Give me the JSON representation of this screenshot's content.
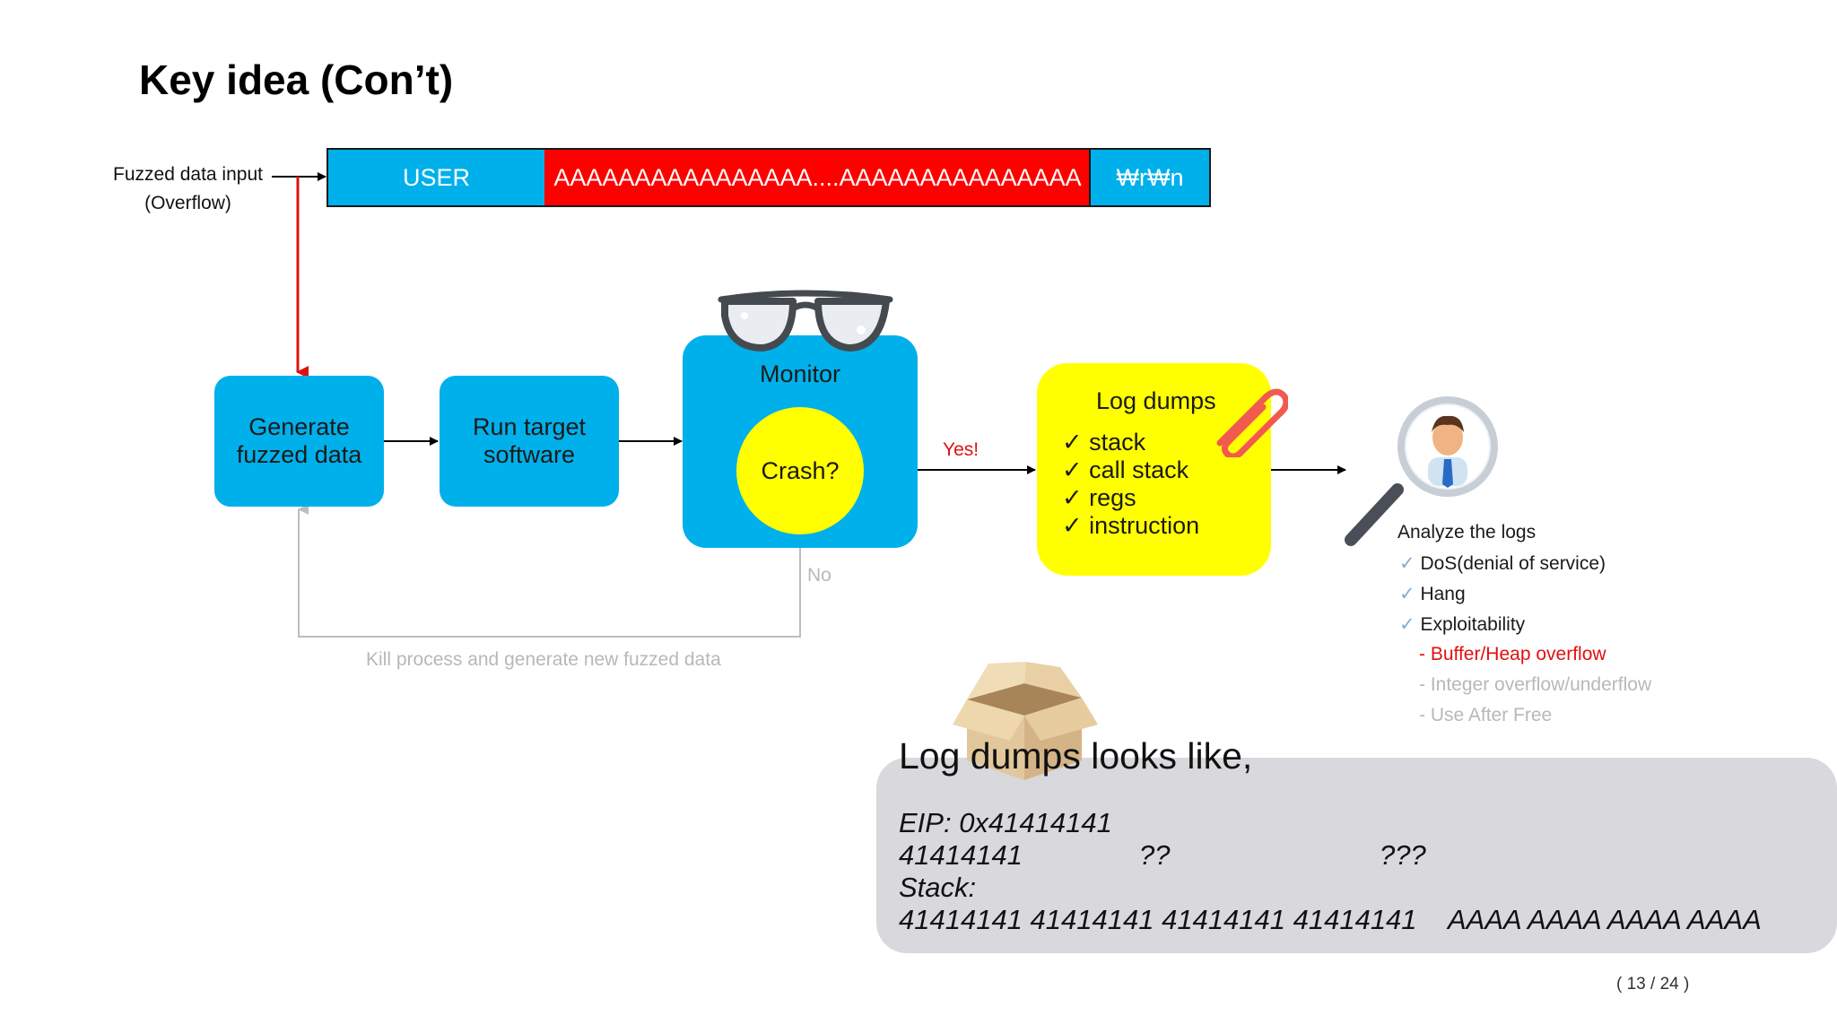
{
  "slide": {
    "title": "Key idea (Con’t)",
    "page_number": "( 13 / 24 )"
  },
  "input": {
    "label_line1": "Fuzzed data input",
    "label_line2": "(Overflow)"
  },
  "packet": {
    "seg1": "USER",
    "seg2": "AAAAAAAAAAAAAAAA....AAAAAAAAAAAAAAA",
    "seg3": "₩r₩n"
  },
  "flow": {
    "generate_line1": "Generate",
    "generate_line2": "fuzzed data",
    "run_line1": "Run target",
    "run_line2": "software",
    "monitor": "Monitor",
    "crash": "Crash?",
    "yes": "Yes!",
    "no": "No",
    "kill_label": "Kill process and generate new fuzzed data"
  },
  "log_box": {
    "title": "Log dumps",
    "items": [
      "stack",
      "call stack",
      "regs",
      "instruction"
    ]
  },
  "analyze": {
    "title": "Analyze the logs",
    "items": [
      "DoS(denial of service)",
      "Hang",
      "Exploitability"
    ],
    "sub_items": [
      "- Buffer/Heap overflow",
      "- Integer overflow/underflow",
      "- Use After Free"
    ]
  },
  "dumps": {
    "heading": "Log dumps looks like,",
    "eip": "EIP: 0x41414141",
    "row2_a": "41414141",
    "row2_b": "??",
    "row2_c": "???",
    "stack_label": "Stack:",
    "stack_values": "41414141 41414141 41414141 41414141",
    "stack_ascii": "AAAA AAAA AAAA AAAA"
  },
  "colors": {
    "blue": "#00b0ea",
    "red": "#ff0000",
    "yellow": "#ffff00",
    "panel_gray": "#d9d8dc"
  }
}
